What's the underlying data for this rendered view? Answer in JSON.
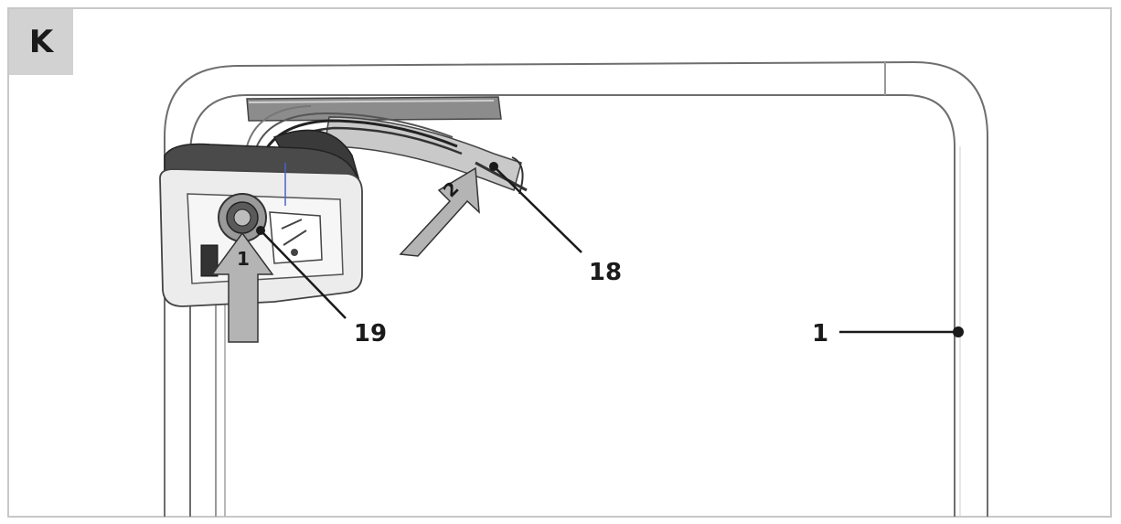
{
  "panel": {
    "label": "K"
  },
  "arrows": {
    "arrow_1": "1",
    "arrow_2": "2"
  },
  "callouts": {
    "part_18": "18",
    "part_19": "19",
    "part_1": "1"
  },
  "colors": {
    "panel_tag_bg": "#d2d2d2",
    "arrow_fill": "#b4b4b4",
    "line": "#1a1a1a",
    "frame_outline": "#6e6e6e"
  }
}
